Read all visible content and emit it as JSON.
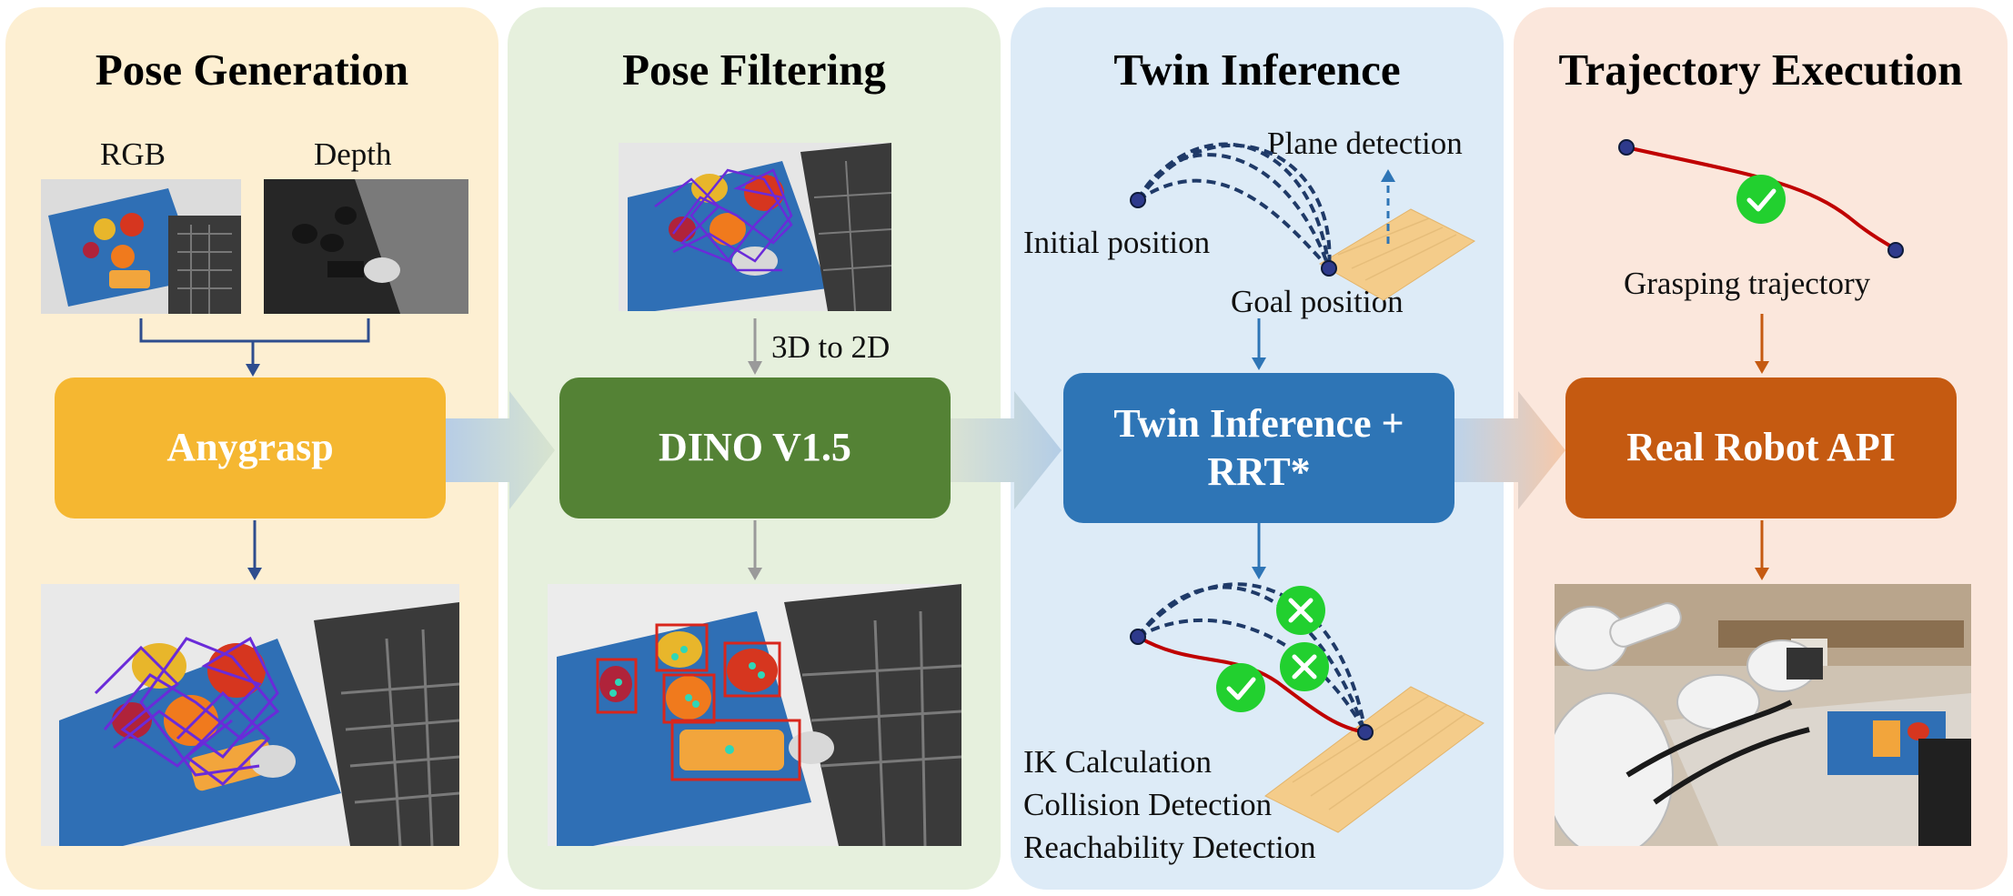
{
  "panels": {
    "pose_generation": {
      "title": "Pose Generation",
      "rgb_label": "RGB",
      "depth_label": "Depth",
      "box_label": "Anygrasp"
    },
    "pose_filtering": {
      "title": "Pose Filtering",
      "arrow_label": "3D to 2D",
      "box_label": "DINO V1.5"
    },
    "twin_inference": {
      "title": "Twin Inference",
      "plane_label": "Plane detection",
      "initial_label": "Initial position",
      "goal_label": "Goal position",
      "box_line1": "Twin Inference +",
      "box_line2": "RRT*",
      "checks": [
        "IK Calculation",
        "Collision Detection",
        "Reachability Detection"
      ]
    },
    "trajectory_execution": {
      "title": "Trajectory Execution",
      "traj_label": "Grasping trajectory",
      "box_label": "Real Robot API"
    }
  },
  "colors": {
    "yellow": "#f5b731",
    "green": "#548235",
    "blue": "#2e75b6",
    "orange": "#c55a11",
    "panel_yellow": "#fdefd2",
    "panel_green": "#e6f0dd",
    "panel_blue": "#ddebf7",
    "panel_orange": "#fbe7dc"
  }
}
